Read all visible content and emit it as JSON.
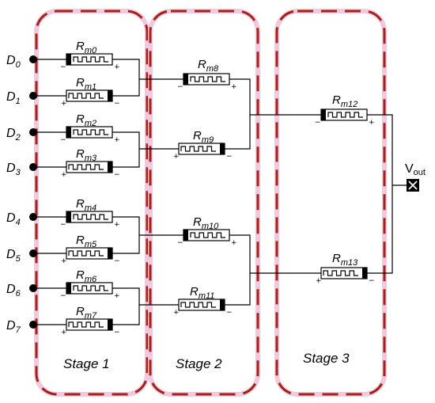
{
  "stages": [
    {
      "label": "Stage 1"
    },
    {
      "label": "Stage 2"
    },
    {
      "label": "Stage 3"
    }
  ],
  "inputs": [
    {
      "base": "D",
      "sub": "0"
    },
    {
      "base": "D",
      "sub": "1"
    },
    {
      "base": "D",
      "sub": "2"
    },
    {
      "base": "D",
      "sub": "3"
    },
    {
      "base": "D",
      "sub": "4"
    },
    {
      "base": "D",
      "sub": "5"
    },
    {
      "base": "D",
      "sub": "6"
    },
    {
      "base": "D",
      "sub": "7"
    }
  ],
  "memristors": [
    {
      "base": "R",
      "sub": "m0"
    },
    {
      "base": "R",
      "sub": "m1"
    },
    {
      "base": "R",
      "sub": "m2"
    },
    {
      "base": "R",
      "sub": "m3"
    },
    {
      "base": "R",
      "sub": "m4"
    },
    {
      "base": "R",
      "sub": "m5"
    },
    {
      "base": "R",
      "sub": "m6"
    },
    {
      "base": "R",
      "sub": "m7"
    },
    {
      "base": "R",
      "sub": "m8"
    },
    {
      "base": "R",
      "sub": "m9"
    },
    {
      "base": "R",
      "sub": "m10"
    },
    {
      "base": "R",
      "sub": "m11"
    },
    {
      "base": "R",
      "sub": "m12"
    },
    {
      "base": "R",
      "sub": "m13"
    }
  ],
  "output": {
    "base": "V",
    "sub": "out"
  },
  "polarity": {
    "plus": "+",
    "minus": "−"
  },
  "colors": {
    "dashed_border": "#a52019",
    "glow": "#f2c8de",
    "ink": "#000000"
  }
}
